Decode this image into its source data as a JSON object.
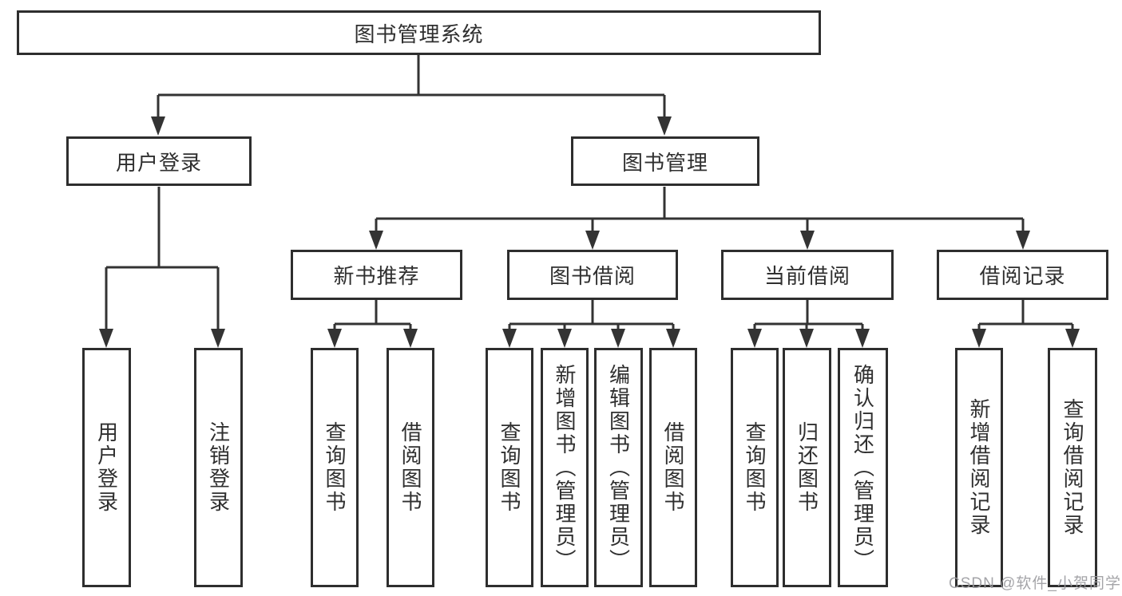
{
  "diagram": {
    "title": "图书管理系统",
    "root": {
      "label": "图书管理系统"
    },
    "level2": [
      {
        "label": "用户登录"
      },
      {
        "label": "图书管理"
      }
    ],
    "level3": [
      {
        "label": "新书推荐"
      },
      {
        "label": "图书借阅"
      },
      {
        "label": "当前借阅"
      },
      {
        "label": "借阅记录"
      }
    ],
    "leaves": {
      "user_login": [
        "用户登录",
        "注销登录"
      ],
      "new_books": [
        "查询图书",
        "借阅图书"
      ],
      "book_borrowing": [
        "查询图书",
        "新增图书（管理员）",
        "编辑图书（管理员）",
        "借阅图书"
      ],
      "current_borrowing": [
        "查询图书",
        "归还图书",
        "确认归还（管理员）"
      ],
      "borrowing_records": [
        "新增借阅记录",
        "查询借阅记录"
      ]
    }
  },
  "watermark": {
    "text": "CSDN @软件_小贺同学"
  },
  "colors": {
    "line": "#333333",
    "box_border": "#2e2e2e",
    "text": "#2f2f2f",
    "watermark": "#9b9b9f",
    "background": "#ffffff"
  }
}
